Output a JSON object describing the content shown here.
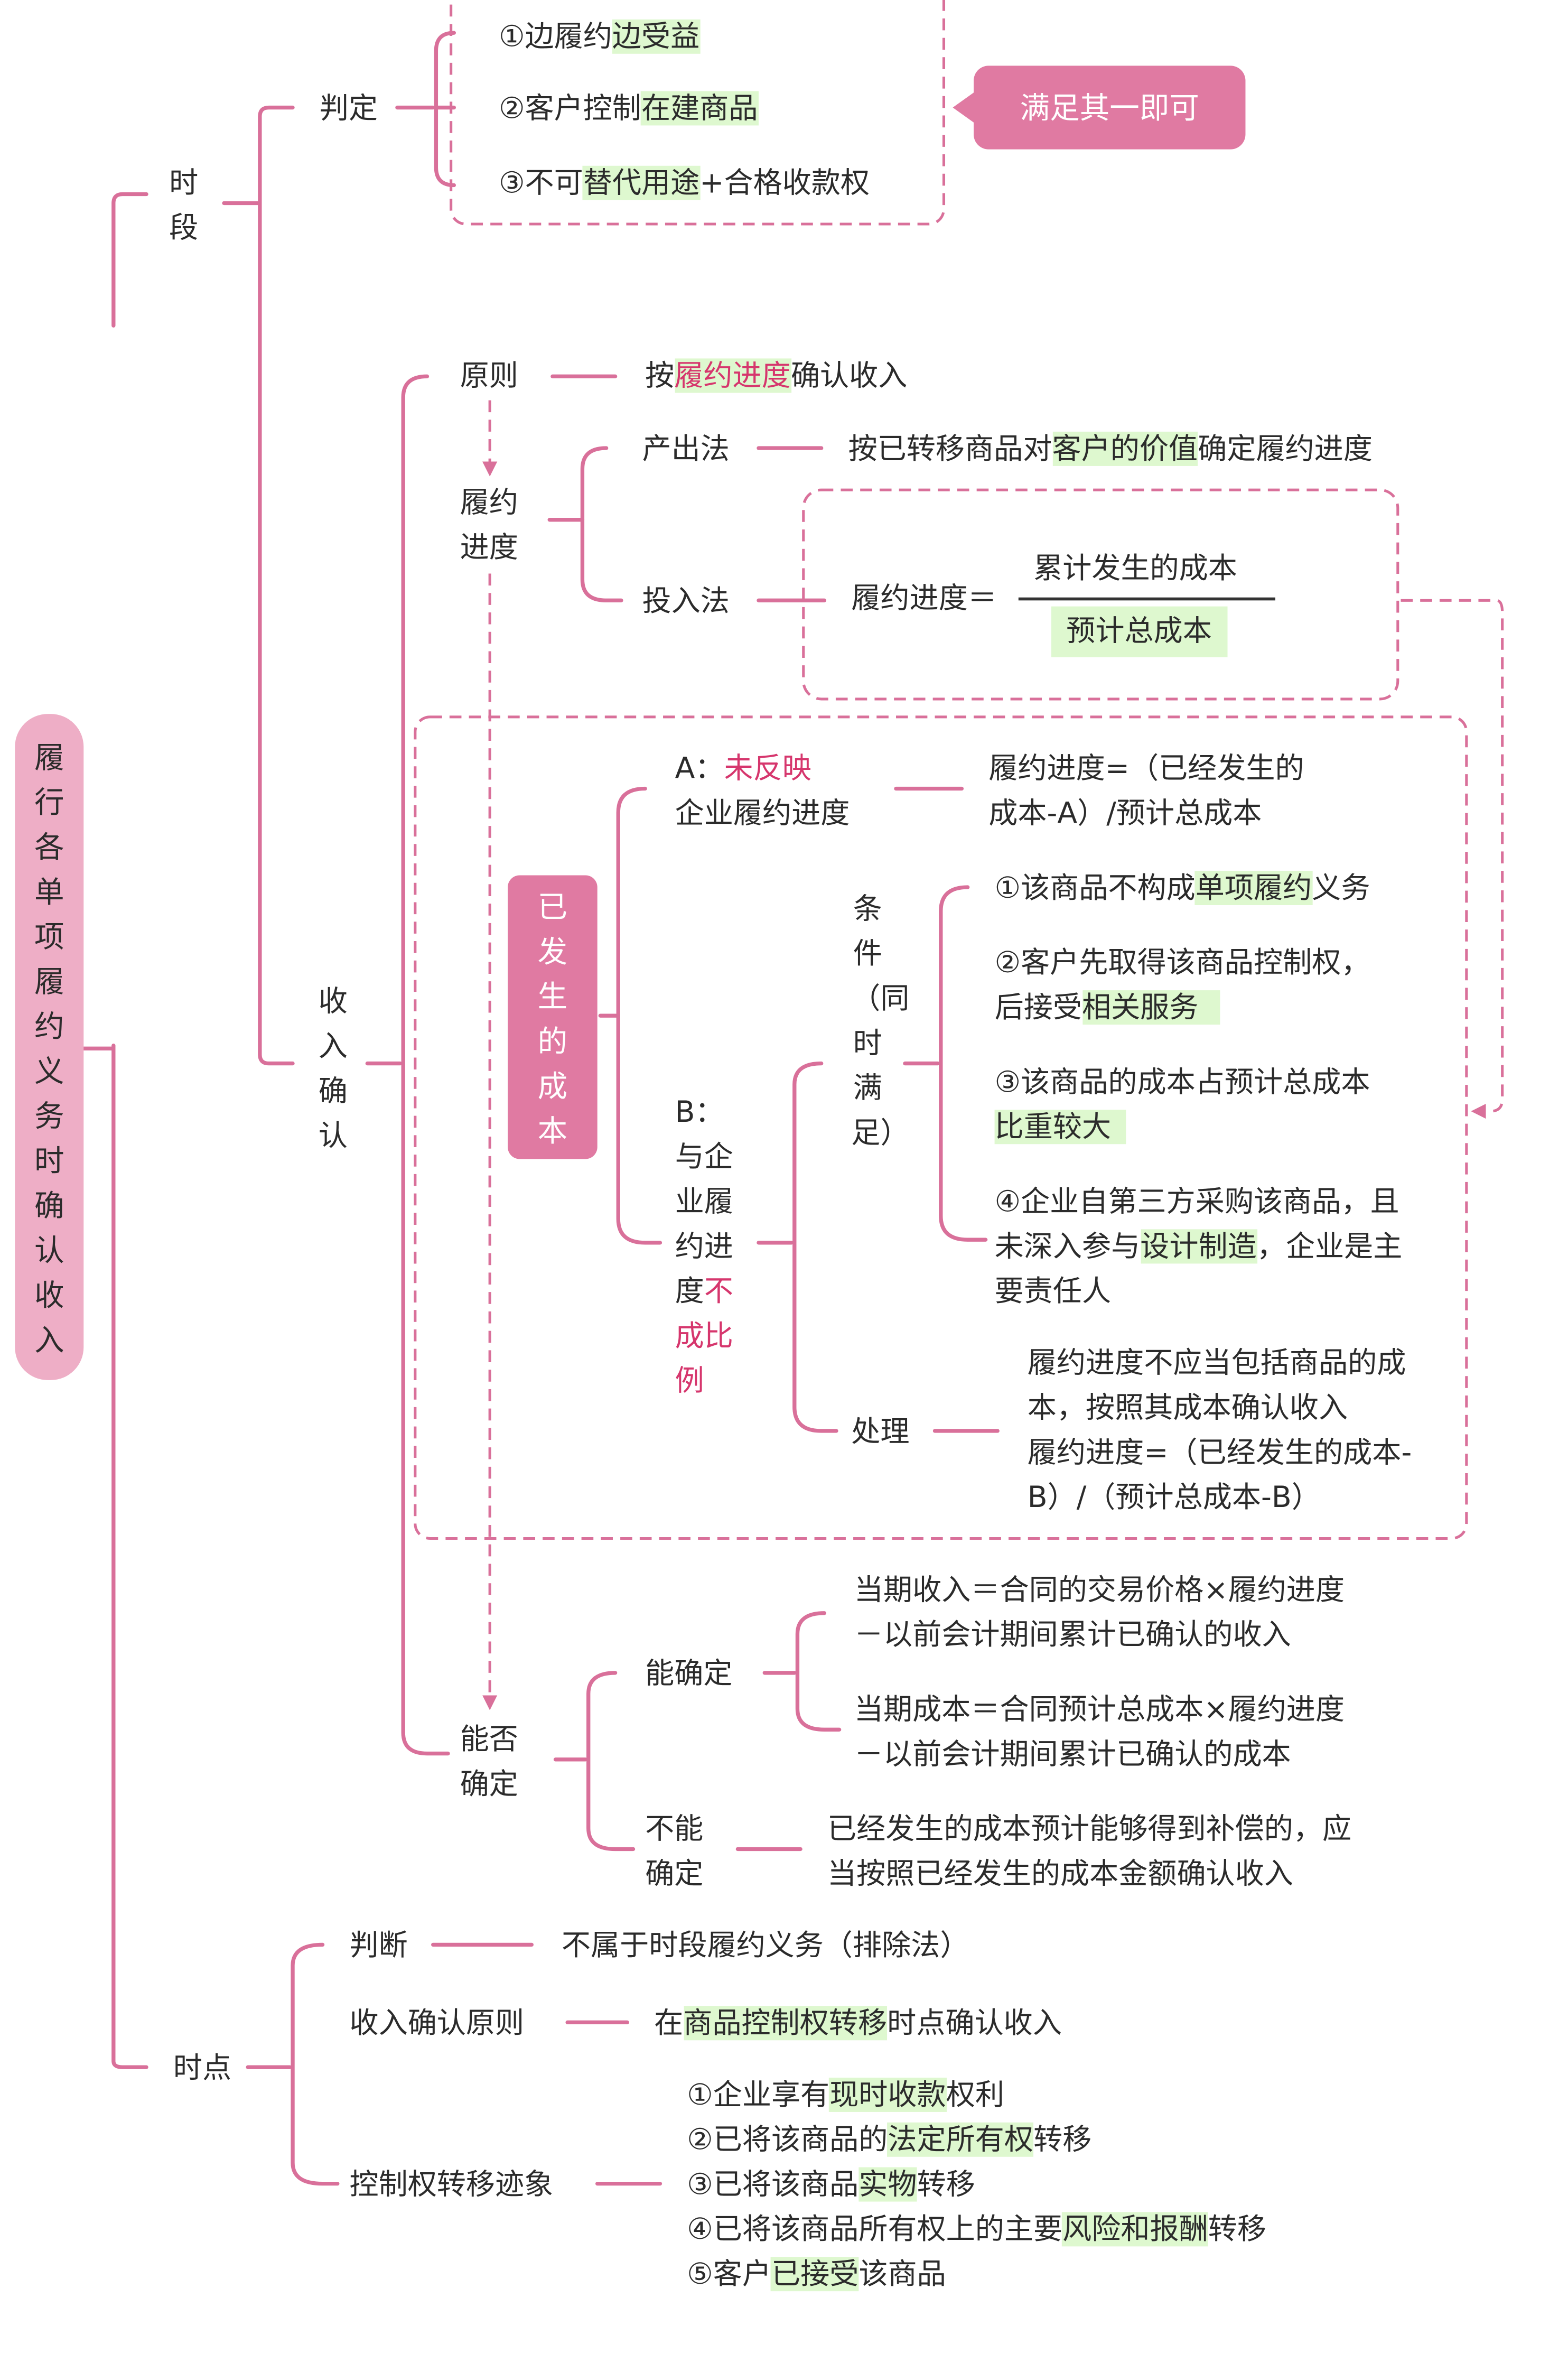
{
  "root": {
    "title": "履行各单项履约义务时确认收入"
  },
  "period": {
    "title": "时段",
    "judge": {
      "label": "判定",
      "items": [
        {
          "pre": "①边履约",
          "hl": "边受益",
          "post": ""
        },
        {
          "pre": "②客户控制",
          "hl": "在建商品",
          "post": ""
        },
        {
          "pre": "③不可",
          "hl": "替代用途",
          "post": "+合格收款权"
        }
      ],
      "note": "满足其一即可"
    },
    "recognize": {
      "label": "收入确认",
      "principle": {
        "label": "原则",
        "pre": "按",
        "hl": "履约进度",
        "post": "确认收入"
      },
      "progress": {
        "label": "履约进度",
        "output": {
          "label": "产出法",
          "pre": "按已转移商品对",
          "hl": "客户的价值",
          "post": "确定履约进度"
        },
        "input": {
          "label": "投入法",
          "formula_left": "履约进度＝",
          "numerator": "累计发生的成本",
          "denominator": "预计总成本"
        }
      },
      "incurred": {
        "label": "已发生的成本",
        "a": {
          "prefix": "A：",
          "hl": "未反映",
          "line2": "企业履约进度",
          "result_line1": "履约进度=（已经发生的",
          "result_line2": "成本-A）/预计总成本"
        },
        "b": {
          "prefix": "B：",
          "line2": "与企",
          "line3": "业履",
          "line4": "约进",
          "line5_pre": "度",
          "red_a": "不",
          "red_b": "成比",
          "red_c": "例",
          "condition": {
            "label": "条件（同时满足）",
            "items": [
              {
                "pre": "①该商品不构成",
                "hl": "单项履约",
                "post": "义务"
              },
              {
                "line1": "②客户先取得该商品控制权，",
                "pre": "后接受",
                "hl": "相关服务",
                "post": ""
              },
              {
                "line1": "③该商品的成本占预计总成本",
                "pre": "",
                "hl": "比重较大",
                "post": ""
              },
              {
                "line1": "④企业自第三方采购该商品，且",
                "pre": "未深入参与",
                "hl": "设计制造",
                "post": "，企业是主",
                "line3": "要责任人"
              }
            ]
          },
          "handling": {
            "label": "处理",
            "lines": [
              "履约进度不应当包括商品的成",
              "本，按照其成本确认收入",
              "履约进度=（已经发生的成本-",
              "B）/（预计总成本-B）"
            ]
          }
        }
      },
      "determinable": {
        "label": "能否确定",
        "yes": {
          "label": "能确定",
          "revenue": [
            "当期收入＝合同的交易价格×履约进度",
            "－以前会计期间累计已确认的收入"
          ],
          "cost": [
            "当期成本＝合同预计总成本×履约进度",
            "－以前会计期间累计已确认的成本"
          ]
        },
        "no": {
          "label": "不能确定",
          "text": [
            "已经发生的成本预计能够得到补偿的，应",
            "当按照已经发生的成本金额确认收入"
          ]
        }
      }
    }
  },
  "point": {
    "title": "时点",
    "judge": {
      "label": "判断",
      "text": "不属于时段履约义务（排除法）"
    },
    "principle": {
      "label": "收入确认原则",
      "pre": "在",
      "hl": "商品控制权转移",
      "post": "时点确认收入"
    },
    "signs": {
      "label": "控制权转移迹象",
      "items": [
        {
          "pre": "①企业享有",
          "hl": "现时收款",
          "post": "权利"
        },
        {
          "pre": "②已将该商品的",
          "hl": "法定所有权",
          "post": "转移"
        },
        {
          "pre": "③已将该商品",
          "hl": "实物",
          "post": "转移"
        },
        {
          "pre": "④已将该商品所有权上的主要",
          "hl": "风险和报酬",
          "post": "转移"
        },
        {
          "pre": "⑤客户",
          "hl": "已接受",
          "post": "该商品"
        }
      ]
    }
  },
  "colors": {
    "line": "#d9709a",
    "pill": "#e07aa2",
    "root_pill": "#eeaec6",
    "highlight": "#def8cf",
    "emphasis": "#d6366d"
  }
}
